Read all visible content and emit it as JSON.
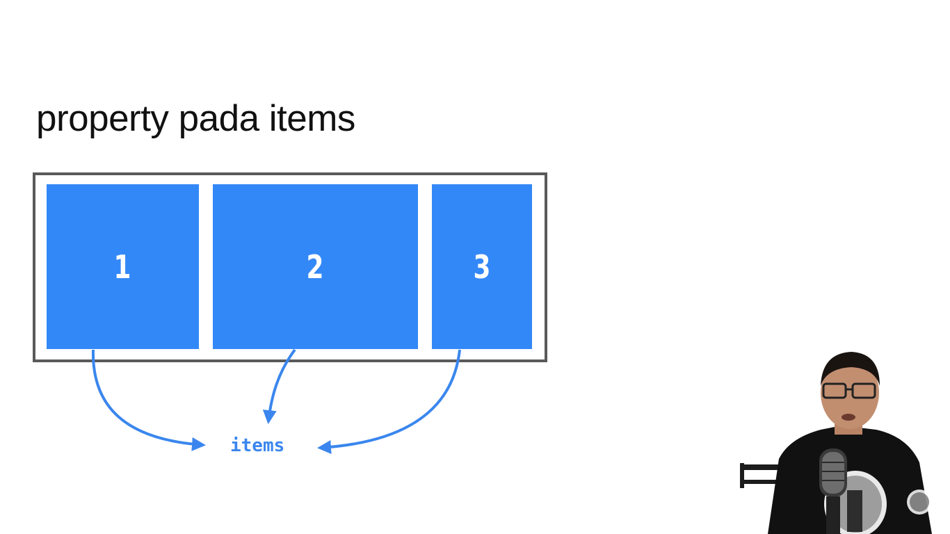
{
  "slide": {
    "title": "property pada items"
  },
  "diagram": {
    "items": [
      {
        "label": "1"
      },
      {
        "label": "2"
      },
      {
        "label": "3"
      }
    ],
    "target_label": "items",
    "colors": {
      "item_fill": "#3388f7",
      "container_border": "#5a5a5a",
      "arrow": "#3a86ee",
      "label": "#3a86ee"
    }
  }
}
